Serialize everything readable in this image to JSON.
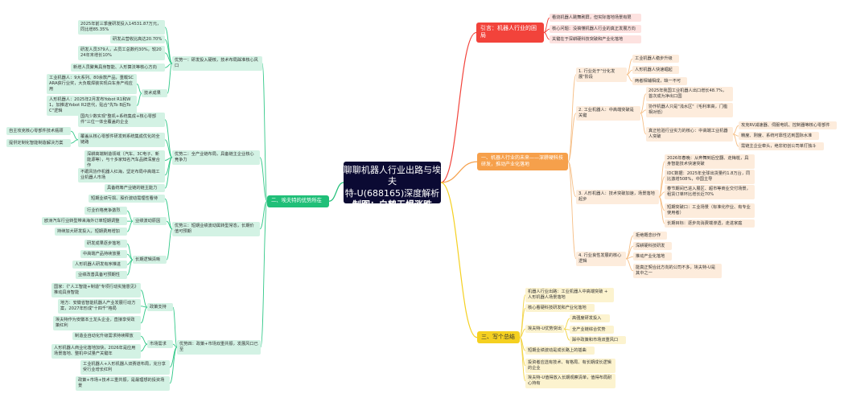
{
  "title": {
    "line1": "聊聊机器人行业出路与埃夫",
    "line2": "特-U(688165)深度解析",
    "author": "制图：白鹤无惧涨跌"
  },
  "colors": {
    "intro": "#f2433b",
    "future": "#f6a04b",
    "advantages": "#20bf78",
    "summary": "#f5d020",
    "center": "#0b0a33"
  },
  "intro": {
    "label": "引言：机器人行业的困局",
    "items": [
      "看烧机器人跳舞刷屏，但实际落地场景有限",
      "核心问题：没搞懂机器人行业的真正发展方向",
      "关键在于深耕硬科技突破和产业化落地"
    ]
  },
  "future": {
    "label": "一、机器人行业的未来——深耕硬科技研发，推动产业化落地",
    "sections": [
      {
        "label": "1. 行业处于\"分化发展\"阶段",
        "items": [
          "工业机器人稳步升级",
          "人形机器人快速崛起",
          "两者相辅相成，缺一不可"
        ]
      },
      {
        "label": "2. 工业机器人：中高端突破是关键",
        "items": [
          "2025年我国工业机器人出口增长48.7%，首次成为净出口国",
          "协作机器人只是\"浅水区\"（毛利率高，门槛相对低）",
          {
            "text": "真正检验行业实力的核心：中高端工业机器人突破",
            "children": [
              "攻克RV减速器、伺服电机、控制器等核心零部件",
              "精度、刚度、系统可靠性达到国际水准",
              "需链主企业牵头，绝非初创公司单打独斗"
            ]
          }
        ]
      },
      {
        "label": "3. 人形机器人：技术突破加速，场景落地起步",
        "items": [
          "2026年春晚：从奔舞到后空翻、走梅桩，具身智能技术快速突破",
          "IDC数据：2025年全球出货量约1.8万台，同比激增508%，中国主导",
          "春节期间已进入展区、超市等商业交付场景，租赁订单环比增长近70%",
          "短期突破口：工业场景（标准化作业、有专业使用者）",
          "长期目标：逐步向消费端渗透，走进家庭"
        ]
      },
      {
        "label": "4. 行业良性发展的核心逻辑",
        "items": [
          "拒绝概念炒作",
          "深耕硬科技研发",
          "推动产业化落地",
          "能真正契合此方向的公司不多，埃夫特-U是其中之一"
        ]
      }
    ]
  },
  "advantages": {
    "label": "二、埃夫特的优势所在",
    "groups": [
      {
        "label": "优势一：研发投入硬核，技术布局踩准核心风口",
        "items": [
          "2025年前三季度研发投入14531.87万元，同比增85.35%",
          "研发占营收比高达20.70%",
          "研发人员379人，占员工总数约30%，较2024年末增长10%",
          "新增人员聚焦具身智能、人形算法等核心方向",
          {
            "text": "技术成果",
            "children": [
              "工业机器人：9大系列、80余款产品，重载SCARA获行业奖，大负载焊装实现白车身产线应用",
              "人形机器人：2025年2月发布Yobot R1和W1，加推进Yobot R2迭代，贴合\"先To B后To C\"逻辑"
            ]
          }
        ]
      },
      {
        "label": "优势二：全产业链布局，具备链主企业核心竞争力",
        "items": [
          "国内少数实现\"整机+系统集成+核心零部件\"三位一体全覆盖的企业",
          {
            "text": "覆盖从核心零部件研发到系统集成优化的全链路",
            "children": [
              "自主攻克核心零部件技术瓶颈",
              "提供定制化智能制造解决方案"
            ]
          },
          "深耕高端制造领域（汽车、3C电子、新能源等），与十多家知名汽车品牌深度合作",
          "不跟风协作机器人红海，坚定布局中高端工业机器人市场",
          "具备统筹产业链的链主能力"
        ]
      },
      {
        "label": "优势三：短期业绩波动属转型常态，长期价值可预期",
        "items": [
          "短期业绩亏损、股价波动需理性看待",
          {
            "text": "业绩波动原因",
            "children": [
              "行业价格竞争激烈",
              "欧洲汽车行业转型带来海外订单短期调整",
              "持续加大研发投入，短期费用增加"
            ]
          },
          {
            "text": "长期逻辑清晰",
            "children": [
              "研发成果逐步落地",
              "中高端产品持续放量",
              "人形机器人研发有序推进",
              "业绩改善具备可预期性"
            ]
          }
        ]
      },
      {
        "label": "优势四：政策+市场双重共振，发展风口已至",
        "items": [
          {
            "text": "政策支持",
            "children": [
              "国家：《\"人工智能+制造\"专项行动实施意见》推动具身智能",
              "地方：安徽省智能机器人产业发展行动方案，2027年形成\"十四千\"格局",
              "埃夫特作为安徽本土龙头企业，直接享受政策红利"
            ]
          },
          {
            "text": "市场需求",
            "children": [
              "制造业自动化升级需求持续释放",
              "人形机器人商业化落地加快，2026年是应用场景落地、整机中试量产关键年"
            ]
          },
          "工业机器人+人形机器人双赛道布局，充分享受行业增长红利",
          "政策+市场+技术三重共振，是最理想的投资场景"
        ]
      }
    ]
  },
  "summary": {
    "label": "三、写个总结",
    "items": [
      "机器人行业出路：工业机器人中高端突破 + 人形机器人场景落地",
      "核心看硬科技研发和产业化落地",
      {
        "text": "埃夫特-U优势突出",
        "children": [
          "高强度研发投入",
          "全产业链综合优势",
          "踩中政策和市场双重风口"
        ]
      },
      "短期业绩波动是成长路上的插曲",
      "投资者应选有技术、有格局、有长期成长逻辑的企业",
      "埃夫特-U值得放入长期观察清单，值得布局耐心持有"
    ]
  }
}
